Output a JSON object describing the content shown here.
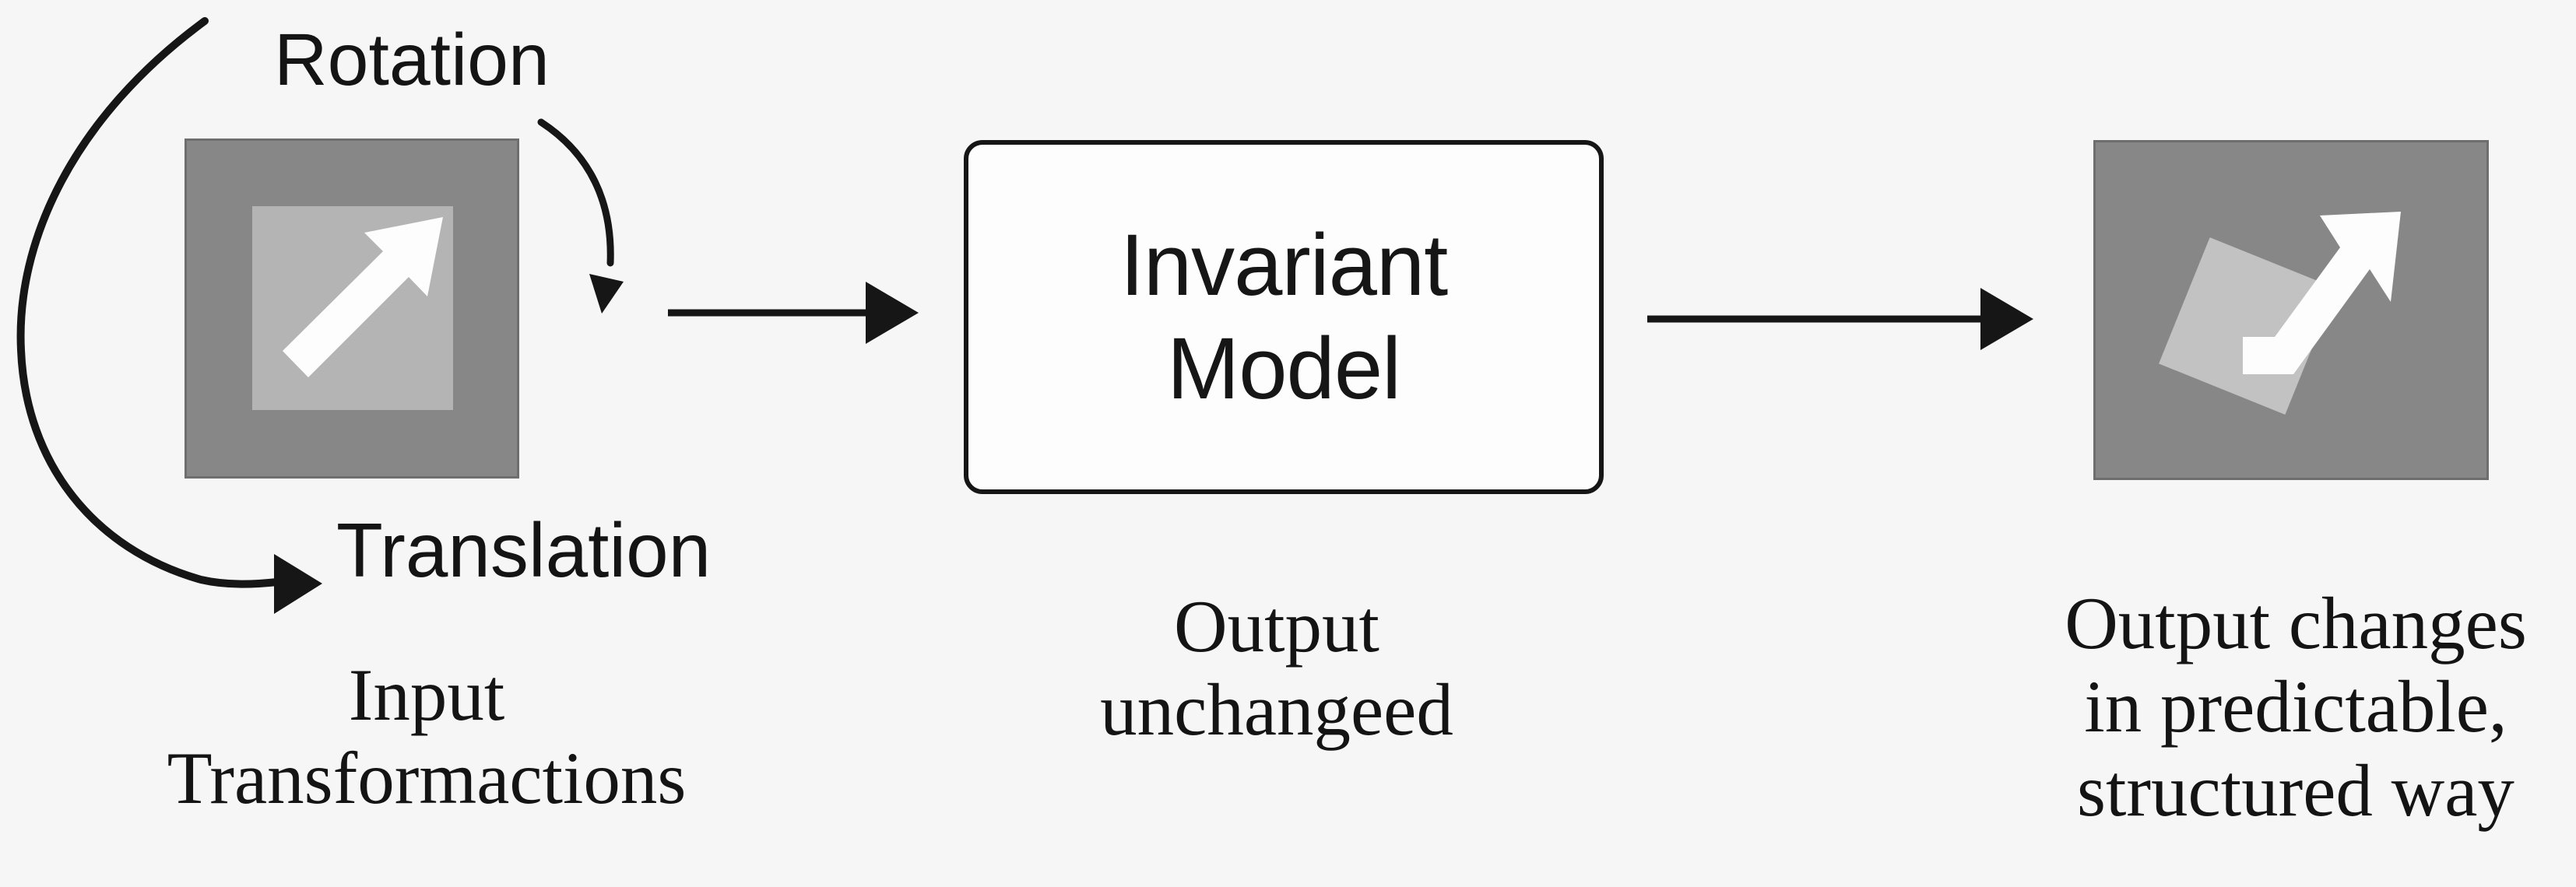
{
  "diagram": {
    "input_panel": {
      "rotation_label": "Rotation",
      "translation_label": "Translation",
      "caption_line1": "Input",
      "caption_line2": "Transformactions",
      "icon_name": "input-image-square-with-up-right-arrow"
    },
    "model_box": {
      "line1": "Invariant",
      "line2": "Model",
      "caption_line1": "Output",
      "caption_line2": "unchangeed"
    },
    "output_panel": {
      "caption_line1": "Output changes",
      "caption_line2": "in predictable,",
      "caption_line3": "structured way",
      "icon_name": "output-image-square-with-rotated-diamond-and-bent-arrow"
    },
    "colors": {
      "background": "#f6f6f6",
      "square_fill": "#878787",
      "square_border": "#6e6e6e",
      "inner_square_fill": "#b4b4b4",
      "diamond_fill": "#c2c2c2",
      "arrow_white": "#fdfdfd",
      "line_black": "#161616",
      "text": "#141414",
      "model_box_fill": "#fdfdfd",
      "model_box_border": "#161616"
    }
  }
}
